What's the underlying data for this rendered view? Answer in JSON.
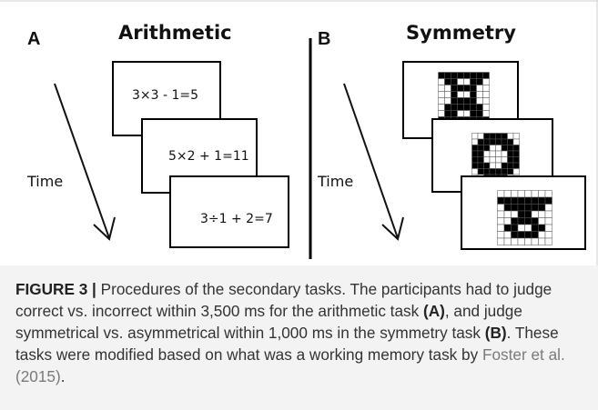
{
  "panel_a": {
    "label": "A",
    "title": "Arithmetic",
    "time_label": "Time",
    "equations": [
      "3×3 - 1=5",
      "5×2 + 1=11",
      "3÷1 + 2=7"
    ]
  },
  "panel_b": {
    "label": "B",
    "title": "Symmetry",
    "time_label": "Time"
  },
  "caption": {
    "figure_label": "FIGURE 3 |",
    "text_1": " Procedures of the secondary tasks. The participants had to judge correct vs. incorrect within 3,500 ms for the arithmetic task ",
    "ref_a": "(A)",
    "text_2": ", and judge symmetrical vs. asymmetrical within 1,000 ms in the symmetry task ",
    "ref_b": "(B)",
    "text_3": ". These tasks were modified based on what was a working memory task by ",
    "citation": "Foster et al. (2015)",
    "text_4": "."
  },
  "colors": {
    "caption_bg": "#f3f3f4",
    "caption_text": "#333333",
    "citation": "#7a7a7a"
  }
}
